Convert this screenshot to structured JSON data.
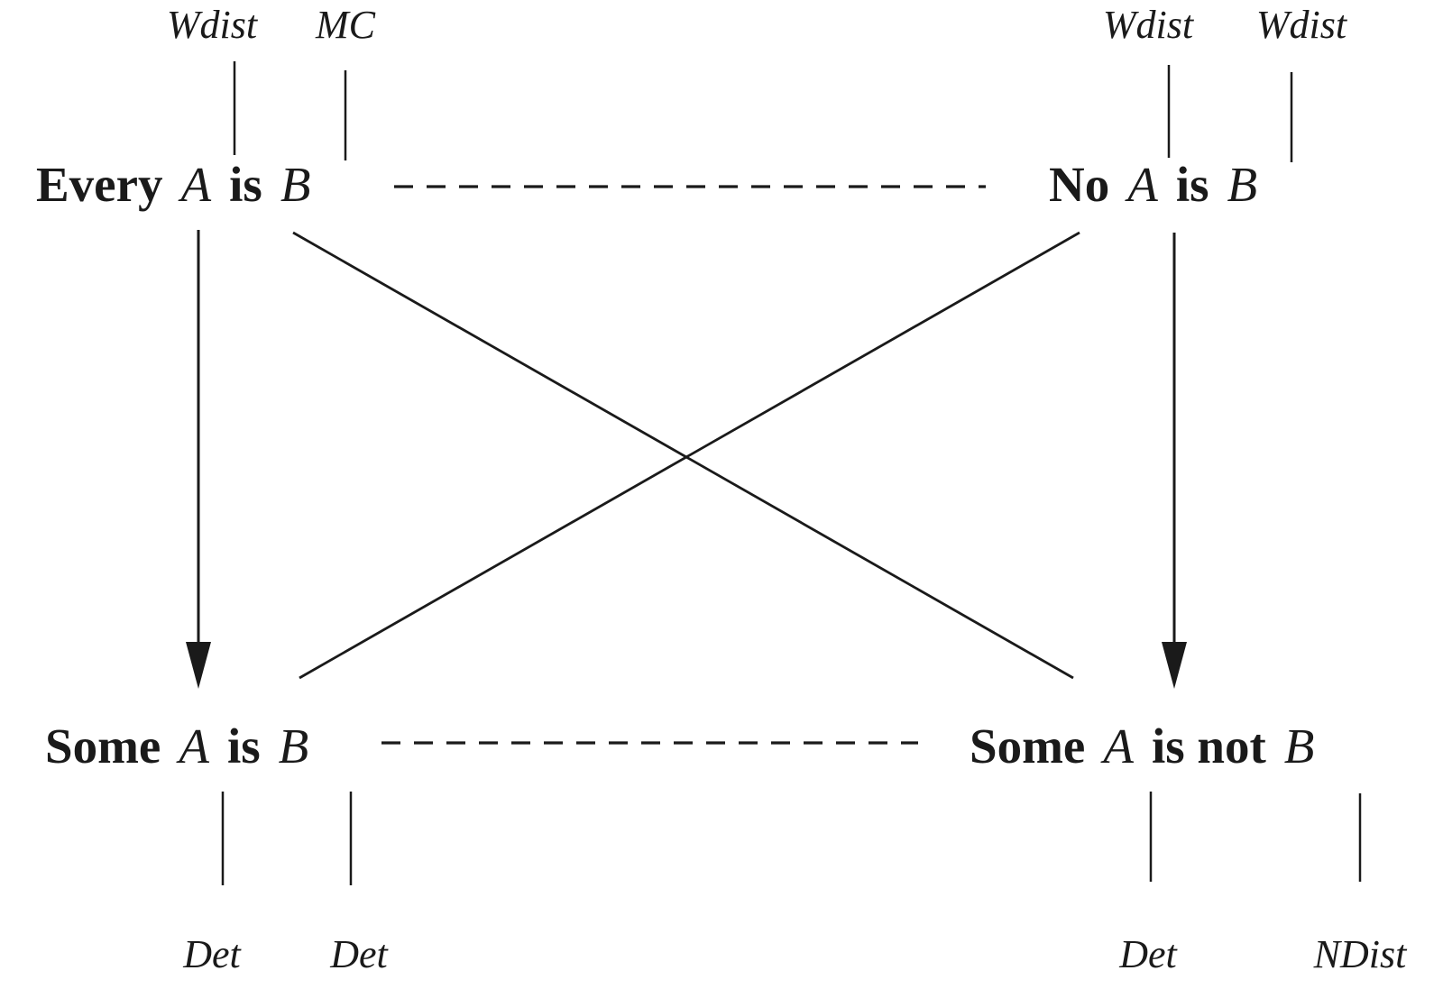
{
  "diagram_title": "square-of-opposition-with-distribution-labels",
  "colors": {
    "ink": "#1a1a1a",
    "background": "#ffffff"
  },
  "nodes": {
    "every": {
      "quantifier": "Every",
      "subject": "A",
      "copula": "is",
      "predicate": "B",
      "subject_label": "Wdist",
      "predicate_label": "MC"
    },
    "no": {
      "quantifier": "No",
      "subject": "A",
      "copula": "is",
      "predicate": "B",
      "subject_label": "Wdist",
      "predicate_label": "Wdist"
    },
    "some": {
      "quantifier": "Some",
      "subject": "A",
      "copula": "is",
      "predicate": "B",
      "subject_label": "Det",
      "predicate_label": "Det"
    },
    "some_not": {
      "quantifier": "Some",
      "subject": "A",
      "copula": "is not",
      "predicate": "B",
      "subject_label": "Det",
      "predicate_label": "NDist"
    }
  }
}
